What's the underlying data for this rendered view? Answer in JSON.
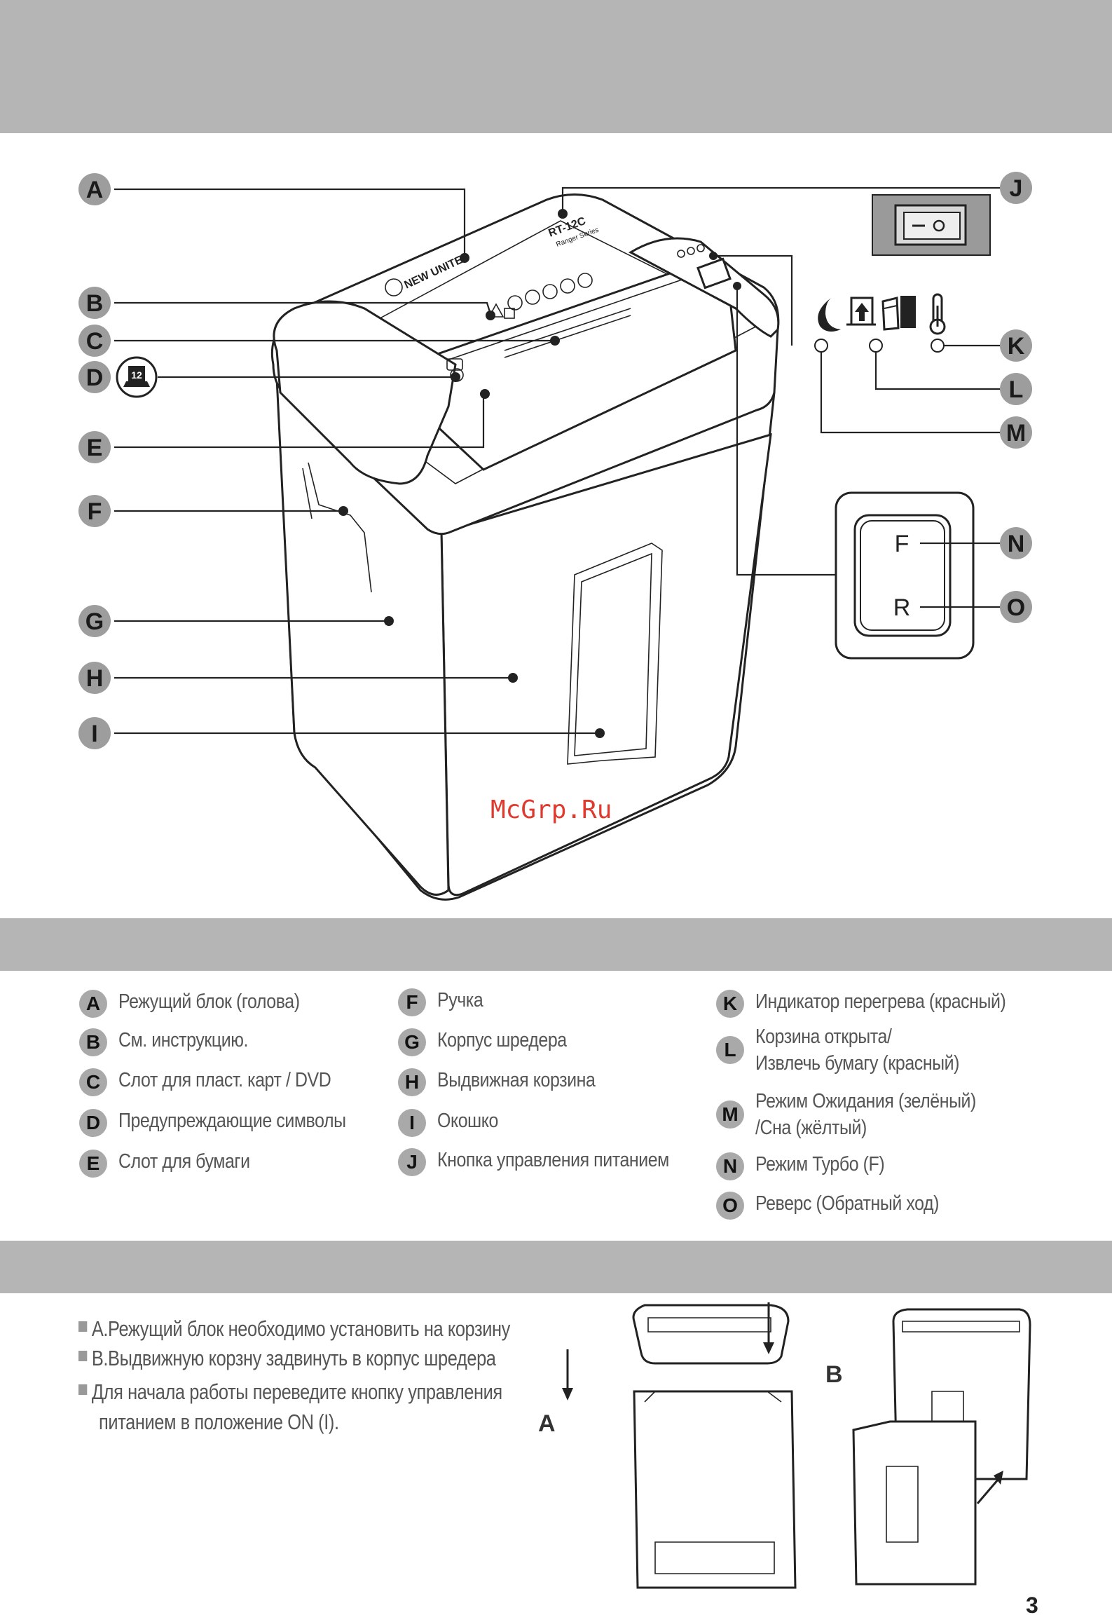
{
  "diagram": {
    "labels": [
      "A",
      "B",
      "C",
      "D",
      "E",
      "F",
      "G",
      "H",
      "I",
      "J",
      "K",
      "L",
      "M",
      "N",
      "O"
    ],
    "brand": "NEW UNITED",
    "model": "RT-12C",
    "series": "Ranger Series",
    "warning_card_number": "12",
    "turbo_button": "F",
    "reverse_button": "R",
    "watermark": "McGrp.Ru"
  },
  "legend": [
    {
      "key": "A",
      "text": "Режущий блок (голова)"
    },
    {
      "key": "B",
      "text": "См. инструкцию."
    },
    {
      "key": "C",
      "text": "Слот для пласт. карт / DVD"
    },
    {
      "key": "D",
      "text": "Предупреждающие символы"
    },
    {
      "key": "E",
      "text": "Слот для бумаги"
    },
    {
      "key": "F",
      "text": "Ручка"
    },
    {
      "key": "G",
      "text": "Корпус шредера"
    },
    {
      "key": "H",
      "text": "Выдвижная корзина"
    },
    {
      "key": "I",
      "text": "Окошко"
    },
    {
      "key": "J",
      "text": "Кнопка управления питанием"
    },
    {
      "key": "K",
      "text": "Индикатор перегрева (красный)"
    },
    {
      "key": "L",
      "text": "Корзина открыта/\nИзвлечь бумагу (красный)"
    },
    {
      "key": "M",
      "text": "Режим Ожидания (зелёный)\n/Сна (жёлтый)"
    },
    {
      "key": "N",
      "text": "Режим Турбо (F)"
    },
    {
      "key": "O",
      "text": "Реверс (Обратный ход)"
    }
  ],
  "instructions": [
    "A.Режущий блок необходимо установить на корзину",
    "B.Выдвижную корзну задвинуть в корпус шредера",
    "Для начала работы переведите кнопку управления",
    "питанием в положение ON (I)."
  ],
  "steps": {
    "a": "A",
    "b": "B"
  },
  "page_number": "3"
}
